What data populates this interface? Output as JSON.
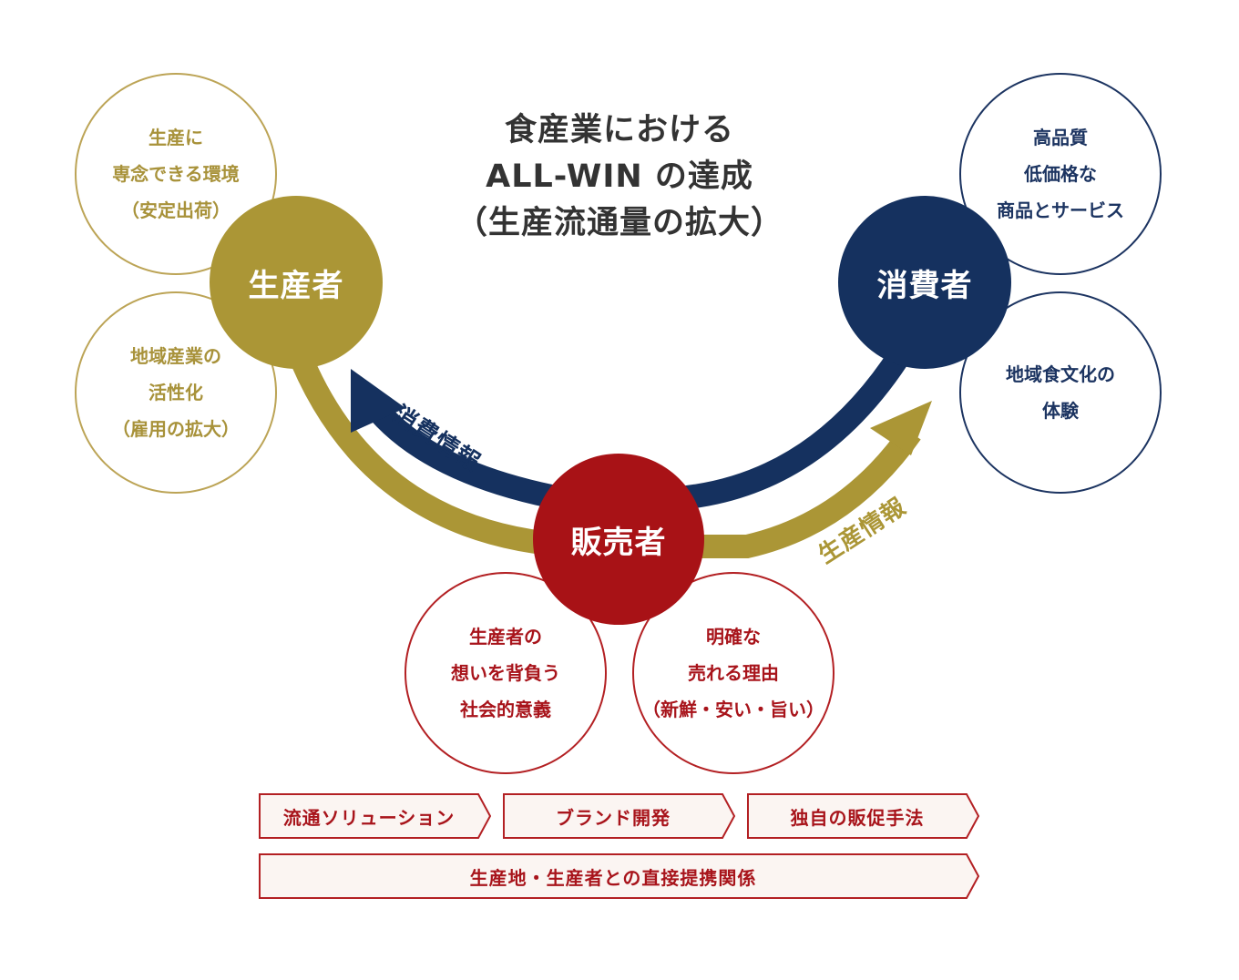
{
  "title": {
    "line1": "食産業における",
    "line2": "ALL-WIN の達成",
    "line3": "（生産流通量の拡大）"
  },
  "nodes": {
    "producer": "生産者",
    "consumer": "消費者",
    "seller": "販売者"
  },
  "producer_benefits": [
    {
      "lines": [
        "生産に",
        "専念できる環境",
        "（安定出荷）"
      ]
    },
    {
      "lines": [
        "地域産業の",
        "活性化",
        "（雇用の拡大）"
      ]
    }
  ],
  "consumer_benefits": [
    {
      "lines": [
        "高品質",
        "低価格な",
        "商品とサービス"
      ]
    },
    {
      "lines": [
        "地域食文化の",
        "体験"
      ]
    }
  ],
  "seller_benefits": [
    {
      "lines": [
        "生産者の",
        "想いを背負う",
        "社会的意義"
      ]
    },
    {
      "lines": [
        "明確な",
        "売れる理由",
        "（新鮮・安い・旨い）"
      ]
    }
  ],
  "flows": {
    "consumption_info": "消費情報",
    "production_info": "生産情報"
  },
  "tags": {
    "row1": [
      "流通ソリューション",
      "ブランド開発",
      "独自の販促手法"
    ],
    "row2": "生産地・生産者との直接提携関係"
  },
  "colors": {
    "gold": "#ab9636",
    "gold_light": "#bca456",
    "navy": "#15315f",
    "red": "#a81216",
    "tag_bg": "#fbf5f2",
    "tag_border": "#b32023"
  }
}
